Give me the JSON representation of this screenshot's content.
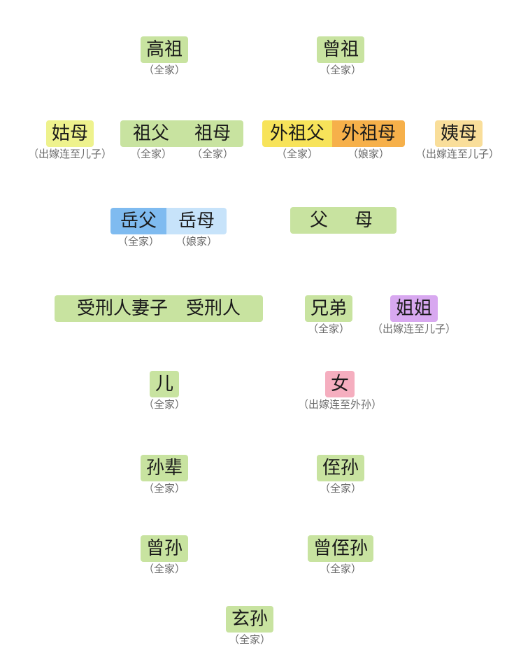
{
  "colors": {
    "green": "#c8e3a0",
    "yellow": "#eef28d",
    "gold": "#f7e35a",
    "orange": "#f6b04a",
    "peach": "#f9de9a",
    "blue": "#7fbbf0",
    "light_blue": "#c7e3fa",
    "purple": "#d8a8f0",
    "pink": "#f5aebf",
    "note_text": "#6b6b6b"
  },
  "nodes": {
    "gaozu": {
      "label": "高祖",
      "note": "（全家）"
    },
    "cengzu": {
      "label": "曾祖",
      "note": "（全家）"
    },
    "gumu": {
      "label": "姑母",
      "note": "（出嫁连至儿子）"
    },
    "zufu": {
      "label": "祖父",
      "note": "（全家）"
    },
    "zumu": {
      "label": "祖母",
      "note": "（全家）"
    },
    "waizufu": {
      "label": "外祖父",
      "note": "（全家）"
    },
    "waizumu": {
      "label": "外祖母",
      "note": "（娘家）"
    },
    "yimu": {
      "label": "姨母",
      "note": "（出嫁连至儿子）"
    },
    "yuefu": {
      "label": "岳父",
      "note": "（全家）"
    },
    "yuemu": {
      "label": "岳母",
      "note": "（娘家）"
    },
    "fumu": {
      "label": "父　母"
    },
    "shouxing": {
      "label": "受刑人妻子　受刑人"
    },
    "xiongdi": {
      "label": "兄弟",
      "note": "（全家）"
    },
    "jiejie": {
      "label": "姐姐",
      "note": "（出嫁连至儿子）"
    },
    "er": {
      "label": "儿",
      "note": "（全家）"
    },
    "nv": {
      "label": "女",
      "note": "（出嫁连至外孙）"
    },
    "sunbei": {
      "label": "孙辈",
      "note": "（全家）"
    },
    "zhisun": {
      "label": "侄孙",
      "note": "（全家）"
    },
    "cengsun": {
      "label": "曾孙",
      "note": "（全家）"
    },
    "cengzhisun": {
      "label": "曾侄孙",
      "note": "（全家）"
    },
    "xuansun": {
      "label": "玄孙",
      "note": "（全家）"
    }
  }
}
